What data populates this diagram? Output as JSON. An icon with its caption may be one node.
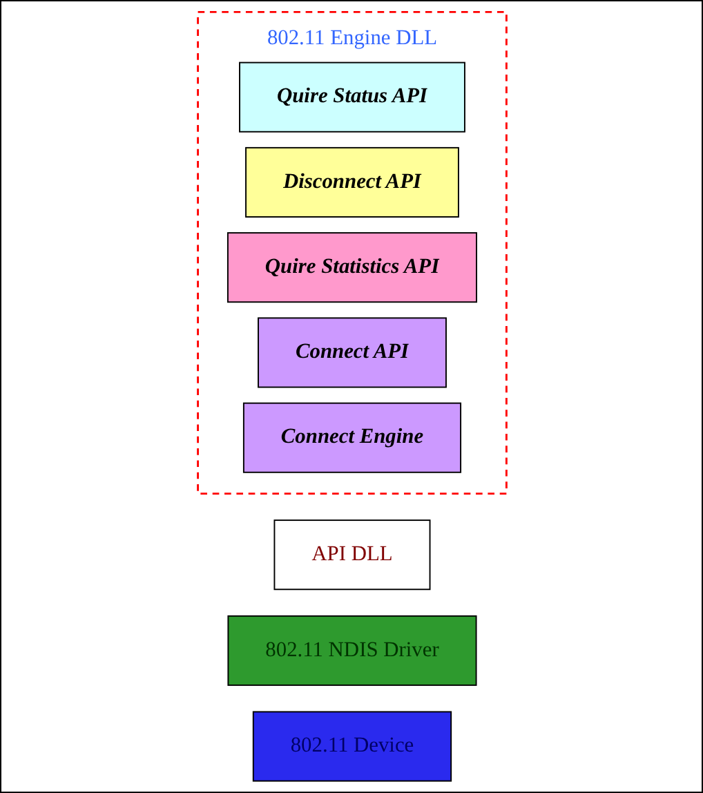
{
  "diagram": {
    "nodes": [
      {
        "text": [
          "802.11 Engine DLL"
        ]
      },
      {
        "text": [
          "Quire Status API"
        ],
        "in": 0
      },
      {
        "text": [
          "Disconnect API"
        ],
        "in": 0
      },
      {
        "text": [
          "Quire Statistics API"
        ],
        "in": 0
      },
      {
        "text": [
          "Connect API"
        ],
        "in": 0
      },
      {
        "text": [
          "Connect Engine"
        ],
        "in": 0
      },
      {
        "text": [
          "API DLL"
        ]
      },
      {
        "text": [
          "802.11 NDIS Driver"
        ]
      },
      {
        "text": [
          "802.11 Device"
        ]
      }
    ],
    "edges": []
  }
}
